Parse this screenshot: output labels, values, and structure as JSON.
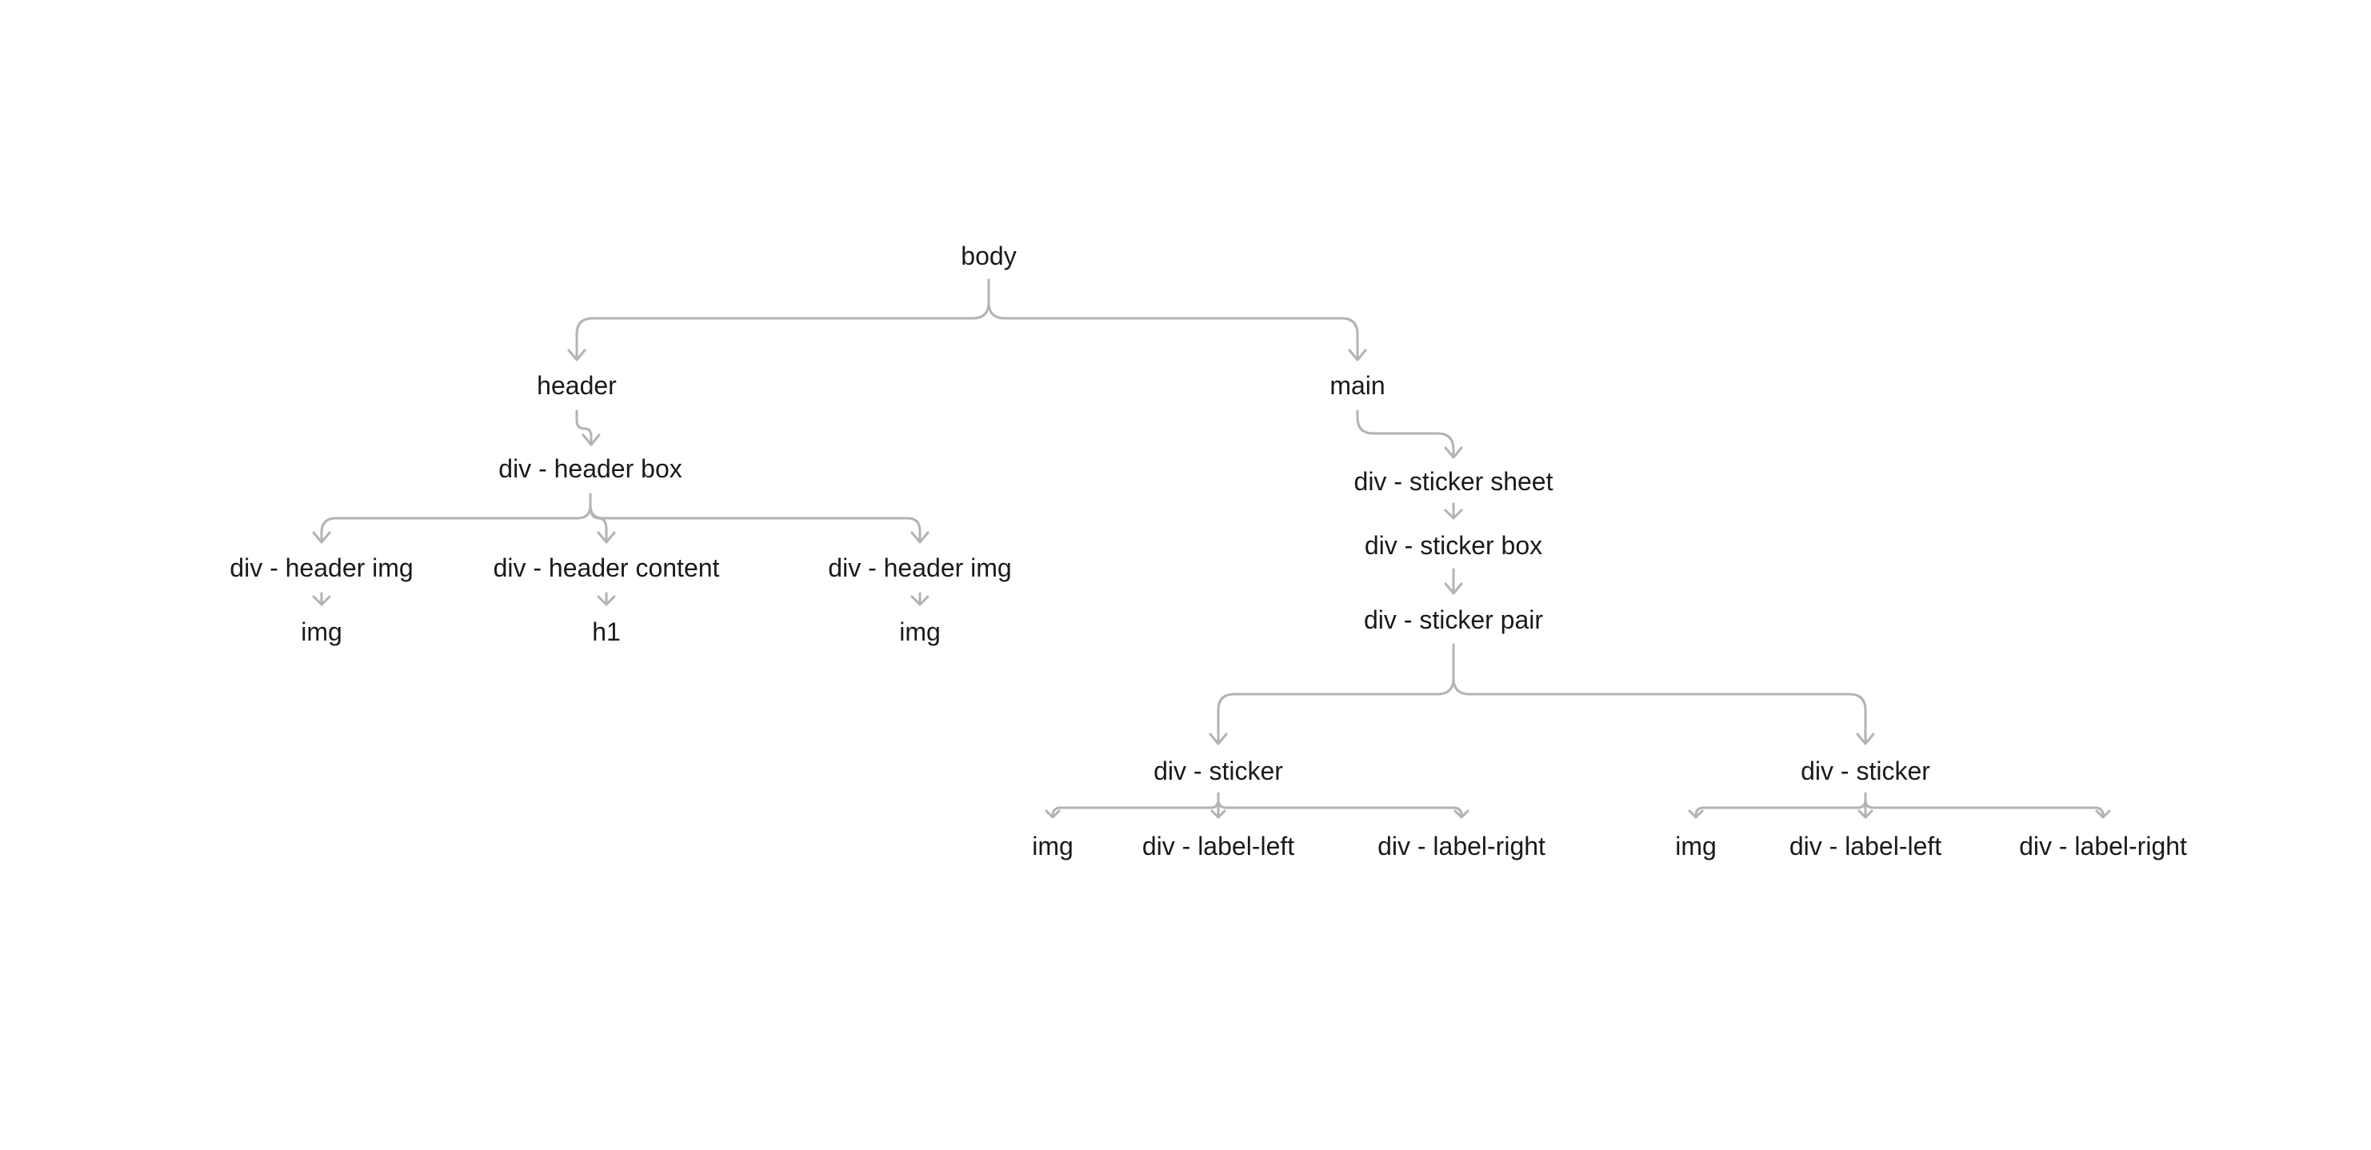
{
  "diagram": {
    "line_color": "#b3b3b3",
    "text_color": "#1a1a1a",
    "nodes": {
      "body": "body",
      "header": "header",
      "header_box": "div - header box",
      "header_img_left": "div - header img",
      "header_content": "div - header content",
      "header_img_right": "div - header img",
      "img_left": "img",
      "h1": "h1",
      "img_right": "img",
      "main": "main",
      "sticker_sheet": "div - sticker sheet",
      "sticker_box": "div - sticker box",
      "sticker_pair": "div - sticker pair",
      "sticker_left": "div - sticker",
      "sticker_right": "div - sticker",
      "sticker_left_img": "img",
      "sticker_left_label_left": "div - label-left",
      "sticker_left_label_right": "div - label-right",
      "sticker_right_img": "img",
      "sticker_right_label_left": "div - label-left",
      "sticker_right_label_right": "div - label-right"
    }
  }
}
